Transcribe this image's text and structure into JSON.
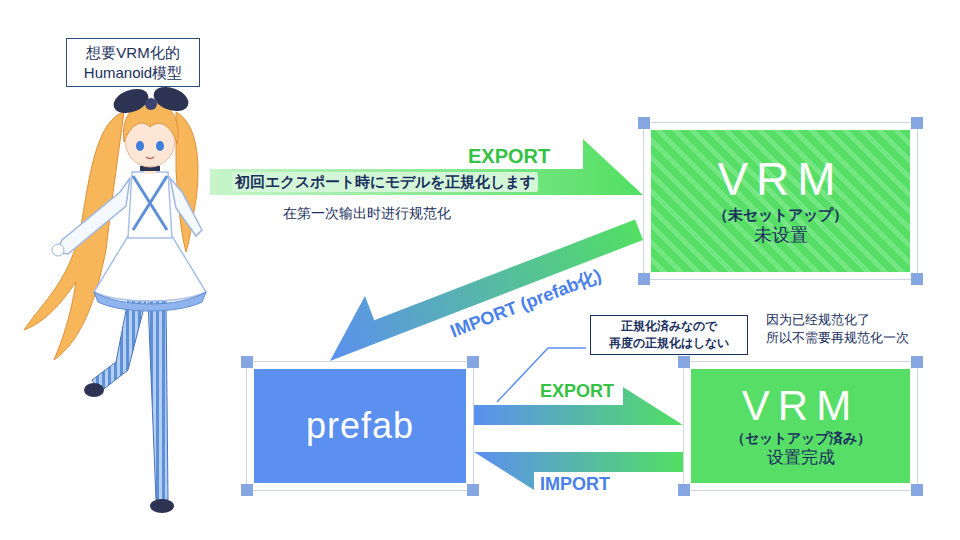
{
  "diagram": {
    "nodes": [
      {
        "text": [
          "想要VRM化的 Humanoid模型"
        ]
      },
      {
        "text": [
          "VRM",
          "（未セットアップ）",
          "未设置"
        ]
      },
      {
        "text": [
          "prefab"
        ]
      },
      {
        "text": [
          "VRM",
          "（セットアップ済み）",
          "设置完成"
        ]
      },
      {
        "text": [
          "正規化済みなので 再度の正規化はしない"
        ]
      }
    ],
    "edges": [
      {
        "from": 0,
        "to": 1,
        "arrow": "to",
        "label": "EXPORT"
      },
      {
        "from": 1,
        "to": 2,
        "arrow": "to",
        "label": "IMPORT (prefab化)"
      },
      {
        "from": 2,
        "to": 3,
        "arrow": "to",
        "label": "EXPORT"
      },
      {
        "from": 3,
        "to": 2,
        "arrow": "to",
        "label": "IMPORT"
      }
    ],
    "labels": [
      "初回エクスポート時にモデルを正規化します",
      "在第一次输出时进行规范化",
      "因为已经规范化了 所以不需要再规范化一次"
    ]
  }
}
